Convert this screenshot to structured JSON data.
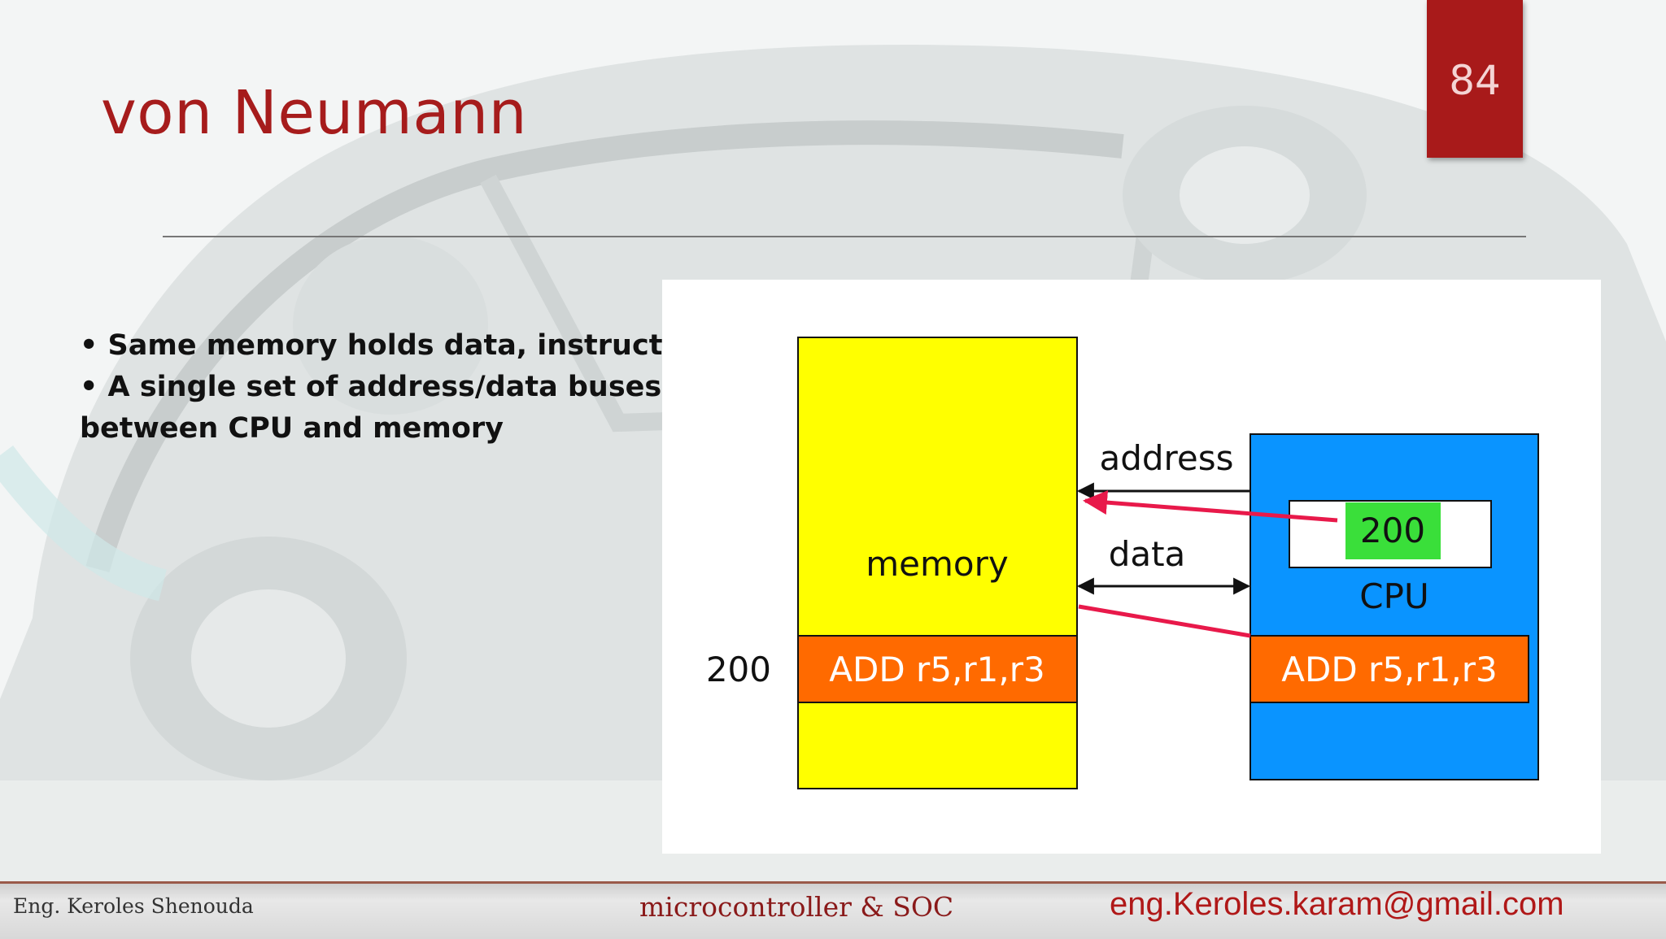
{
  "slide": {
    "title": "von Neumann",
    "page_number": "84",
    "bullets": [
      "• Same memory holds data, instructions.",
      "• A single set of address/data buses",
      "between CPU and memory"
    ]
  },
  "diagram": {
    "memory_label": "memory",
    "address_label": "200",
    "memory_instruction": "ADD r5,r1,r3",
    "bus_address_label": "address",
    "bus_data_label": "data",
    "register_value": "200",
    "cpu_label": "CPU",
    "cpu_instruction": "ADD r5,r1,r3"
  },
  "footer": {
    "author": "Eng. Keroles Shenouda",
    "course": "microcontroller & SOC",
    "email": "eng.Keroles.karam@gmail.com"
  },
  "colors": {
    "title": "#a61c1c",
    "badge": "#a81a1a",
    "memory": "#ffff00",
    "instruction": "#ff6a00",
    "cpu": "#0a94ff",
    "register_value": "#3adf3a",
    "arrow_red": "#e8194a"
  }
}
